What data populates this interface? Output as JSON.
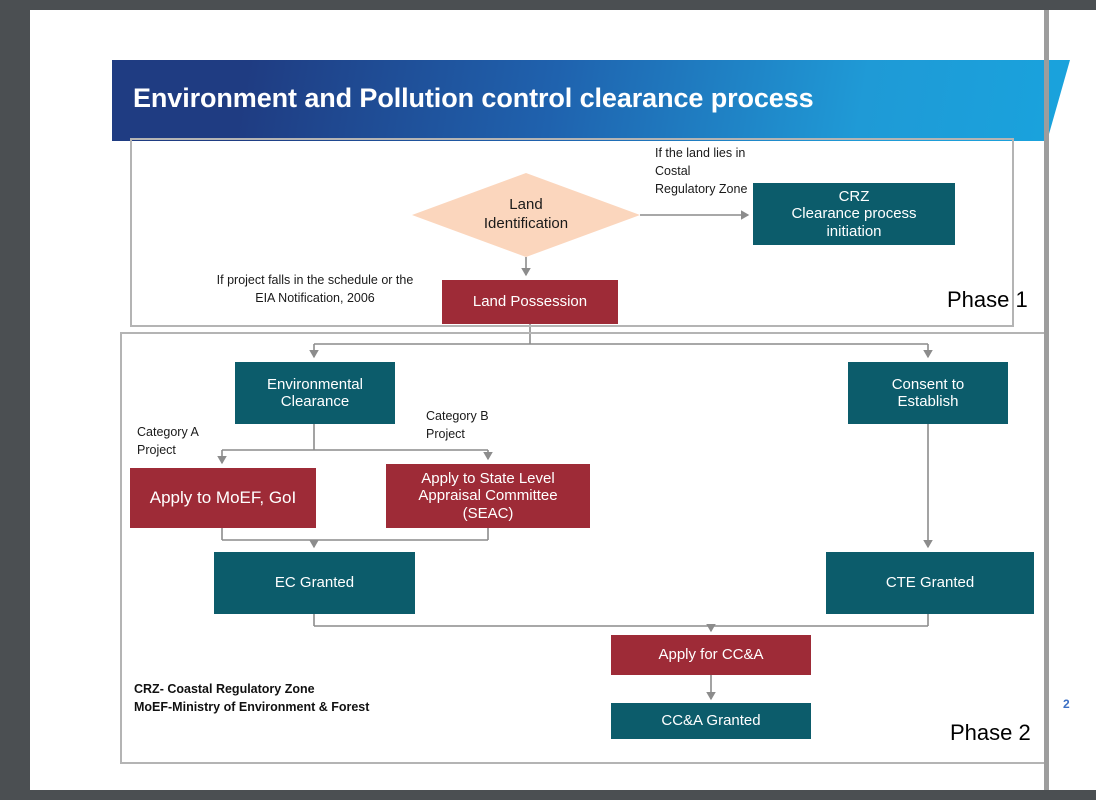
{
  "slide": {
    "title": "Environment and Pollution control clearance process",
    "page_number": "2"
  },
  "phases": {
    "phase1_label": "Phase 1",
    "phase2_label": "Phase 2"
  },
  "nodes": {
    "land_identification": "Land\nIdentification",
    "crz_clearance": "CRZ\nClearance process\ninitiation",
    "land_possession": "Land Possession",
    "environmental_clearance": "Environmental\nClearance",
    "consent_to_establish": "Consent to\nEstablish",
    "apply_moef": "Apply to MoEF, GoI",
    "apply_seac": "Apply to State Level\nAppraisal Committee\n(SEAC)",
    "ec_granted": "EC Granted",
    "cte_granted": "CTE Granted",
    "apply_cca": "Apply for CC&A",
    "cca_granted": "CC&A Granted"
  },
  "annotations": {
    "crz_condition": "If the land lies in Costal Regulatory Zone",
    "eia_condition": "If project falls in the schedule or the EIA Notification, 2006",
    "category_a": "Category A Project",
    "category_b": "Category B Project"
  },
  "legend": {
    "line1": "CRZ- Coastal Regulatory Zone",
    "line2": "MoEF-Ministry of Environment & Forest"
  },
  "colors": {
    "banner_dark": "#1f3c82",
    "banner_light": "#19a3dd",
    "teal": "#0c5c6b",
    "red": "#9e2b37",
    "peach": "#fbd6bd",
    "connector": "#8c8c8c",
    "frame": "#b4b4b4",
    "page_number": "#3b6fc4"
  },
  "chart_data": {
    "type": "flowchart",
    "title": "Environment and Pollution control clearance process",
    "groups": [
      {
        "name": "Phase 1",
        "nodes": [
          "Land Identification",
          "CRZ Clearance process initiation",
          "Land Possession"
        ]
      },
      {
        "name": "Phase 2",
        "nodes": [
          "Environmental Clearance",
          "Consent to Establish",
          "Apply to MoEF, GoI",
          "Apply to State Level Appraisal Committee (SEAC)",
          "EC Granted",
          "CTE Granted",
          "Apply for CC&A",
          "CC&A Granted"
        ]
      }
    ],
    "edges": [
      {
        "from": "Land Identification",
        "to": "CRZ Clearance process initiation",
        "label": "If the land lies in Costal Regulatory Zone"
      },
      {
        "from": "Land Identification",
        "to": "Land Possession",
        "label": "If project falls in the schedule or the EIA Notification, 2006"
      },
      {
        "from": "Land Possession",
        "to": "Environmental Clearance",
        "label": ""
      },
      {
        "from": "Land Possession",
        "to": "Consent to Establish",
        "label": ""
      },
      {
        "from": "Environmental Clearance",
        "to": "Apply to MoEF, GoI",
        "label": "Category A Project"
      },
      {
        "from": "Environmental Clearance",
        "to": "Apply to State Level Appraisal Committee (SEAC)",
        "label": "Category B Project"
      },
      {
        "from": "Apply to MoEF, GoI",
        "to": "EC Granted",
        "label": ""
      },
      {
        "from": "Apply to State Level Appraisal Committee (SEAC)",
        "to": "EC Granted",
        "label": ""
      },
      {
        "from": "Consent to Establish",
        "to": "CTE Granted",
        "label": ""
      },
      {
        "from": "EC Granted",
        "to": "Apply for CC&A",
        "label": ""
      },
      {
        "from": "CTE Granted",
        "to": "Apply for CC&A",
        "label": ""
      },
      {
        "from": "Apply for CC&A",
        "to": "CC&A Granted",
        "label": ""
      }
    ]
  }
}
